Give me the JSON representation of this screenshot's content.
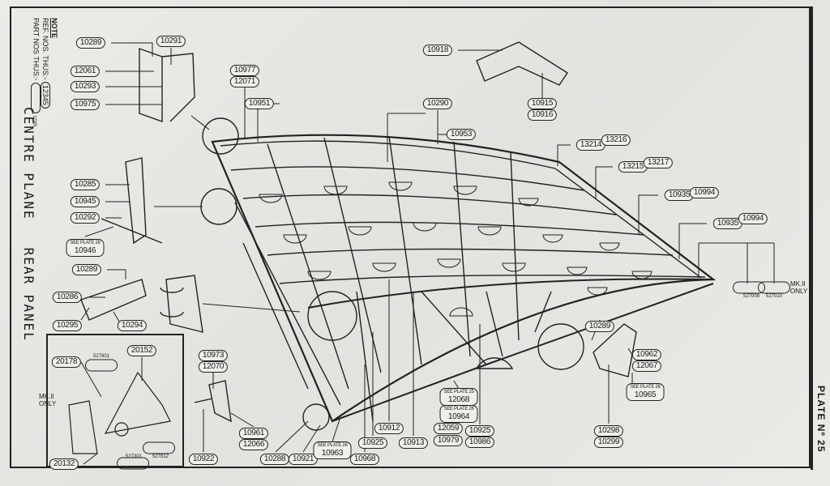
{
  "title": {
    "line1": "CENTRE PLANE",
    "line2": "REAR PANEL"
  },
  "note": {
    "heading": "NOTE",
    "ref_text": "REF. NOS. THUS:-",
    "ref_example": "12345",
    "part_text": "PART NOS THUS:-",
    "part_example": "12345"
  },
  "plate": "PLATE Nº 25",
  "mk_note": {
    "text1": "MK.II",
    "text2": "ONLY"
  },
  "callouts": [
    {
      "text": "10289"
    },
    {
      "text": "10291"
    },
    {
      "text": "12061"
    },
    {
      "text": "10293"
    },
    {
      "text": "10975"
    },
    {
      "text": "10977"
    },
    {
      "text": "12071"
    },
    {
      "text": "10951"
    },
    {
      "text": "10918"
    },
    {
      "text": "10915"
    },
    {
      "text": "10916"
    },
    {
      "text": "10290"
    },
    {
      "text": "10953"
    },
    {
      "text": "13214"
    },
    {
      "text": "13216"
    },
    {
      "text": "13215"
    },
    {
      "text": "13217"
    },
    {
      "text": "10935"
    },
    {
      "text": "10994"
    },
    {
      "text": "10935"
    },
    {
      "text": "10994"
    },
    {
      "text": "10285"
    },
    {
      "text": "10945"
    },
    {
      "text": "10292"
    },
    {
      "text": "10289"
    },
    {
      "text": "10286"
    },
    {
      "text": "10295"
    },
    {
      "text": "10294"
    },
    {
      "text": "20178"
    },
    {
      "text": "20152"
    },
    {
      "text": "20132"
    },
    {
      "text": "10973"
    },
    {
      "text": "12070"
    },
    {
      "text": "10961"
    },
    {
      "text": "12066"
    },
    {
      "text": "10922"
    },
    {
      "text": "10288"
    },
    {
      "text": "10921"
    },
    {
      "text": "10968"
    },
    {
      "text": "10925"
    },
    {
      "text": "10912"
    },
    {
      "text": "10913"
    },
    {
      "text": "12059"
    },
    {
      "text": "10979"
    },
    {
      "text": "10925"
    },
    {
      "text": "10986"
    },
    {
      "text": "10289"
    },
    {
      "text": "10962"
    },
    {
      "text": "12067"
    },
    {
      "text": "10298"
    },
    {
      "text": "10299"
    }
  ],
  "see_plate_callouts": [
    {
      "note": "SEE PLATE 26",
      "text": "10946"
    },
    {
      "note": "SEE PLATE 26",
      "text": "10963"
    },
    {
      "note": "SEE PLATE 25",
      "text": "12068"
    },
    {
      "note": "SEE PLATE 26",
      "text": "10964"
    },
    {
      "note": "SEE PLATE 26",
      "text": "10965"
    }
  ],
  "part_numbers": [
    "527801",
    "527301",
    "527812",
    "527008",
    "527010"
  ]
}
